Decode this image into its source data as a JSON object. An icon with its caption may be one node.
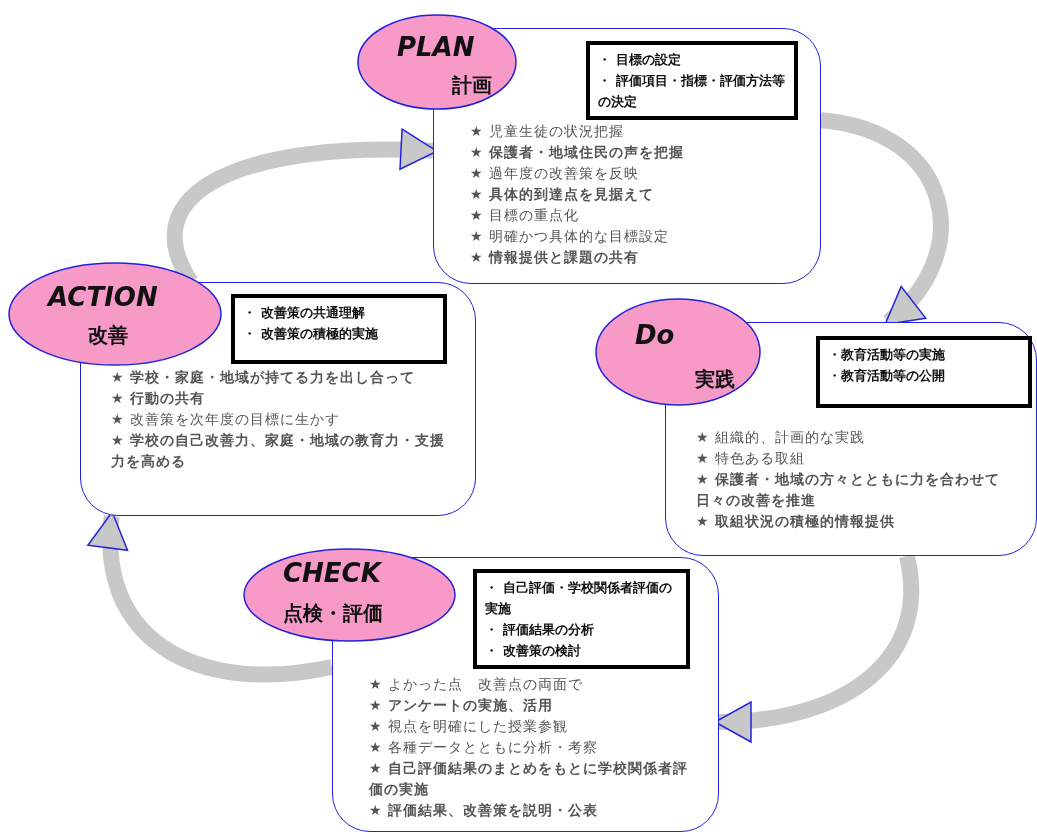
{
  "diagram": {
    "nodes": [
      {
        "text": [
          "PLAN",
          "計画"
        ]
      },
      {
        "text": [
          "★ 児童生徒の状況把握",
          "★ **保護者・地域住民の声を把握**",
          "★ 過年度の改善策を反映",
          "★ **具体的到達点を見据えて**",
          "★ 目標の重点化",
          "★ 明確かつ具体的な目標設定",
          "★ **情報提供と課題の共有**"
        ]
      },
      {
        "text": [
          "・ 目標の設定",
          "・ 評価項目・指標・評価方法等の決定"
        ],
        "in": 1
      },
      {
        "text": [
          "Do",
          "実践"
        ]
      },
      {
        "text": [
          "★ 組織的、計画的な実践",
          "★ 特色ある取組",
          "★ **保護者・地域の方々とともに力を合わせて日々の改善を推進**",
          "★ **取組状況の積極的情報提供**"
        ]
      },
      {
        "text": [
          "・教育活動等の実施",
          "・教育活動等の公開"
        ],
        "in": 4
      },
      {
        "text": [
          "ACTION",
          "改善"
        ]
      },
      {
        "text": [
          "★ **学校・家庭・地域が持てる力を出し合って**",
          "★ **行動の共有**",
          "★ 改善策を次年度の目標に生かす",
          "★ **学校の自己改善力、家庭・地域の教育力・支援力を高める**"
        ]
      },
      {
        "text": [
          "・ 改善策の共通理解",
          "・ 改善策の積極的実施"
        ],
        "in": 7
      },
      {
        "text": [
          "CHECK",
          "点検・評価"
        ]
      },
      {
        "text": [
          "★ よかった点　改善点の両面で",
          "★ **アンケートの実施、活用**",
          "★ 視点を明確にした授業参観",
          "★ 各種データとともに分析・考察",
          "★ **自己評価結果のまとめをもとに学校関係者評価の実施**",
          "★ **評価結果、改善策を説明・公表**"
        ]
      },
      {
        "text": [
          "・ 自己評価・学校関係者評価の実施",
          "・ 評価結果の分析",
          "・ 改善策の検討"
        ],
        "in": 10
      }
    ],
    "edges": [
      {
        "from": 1,
        "to": 4,
        "arrow": "to"
      },
      {
        "from": 4,
        "to": 10,
        "arrow": "to"
      },
      {
        "from": 10,
        "to": 7,
        "arrow": "to"
      },
      {
        "from": 7,
        "to": 1,
        "arrow": "to"
      }
    ]
  }
}
